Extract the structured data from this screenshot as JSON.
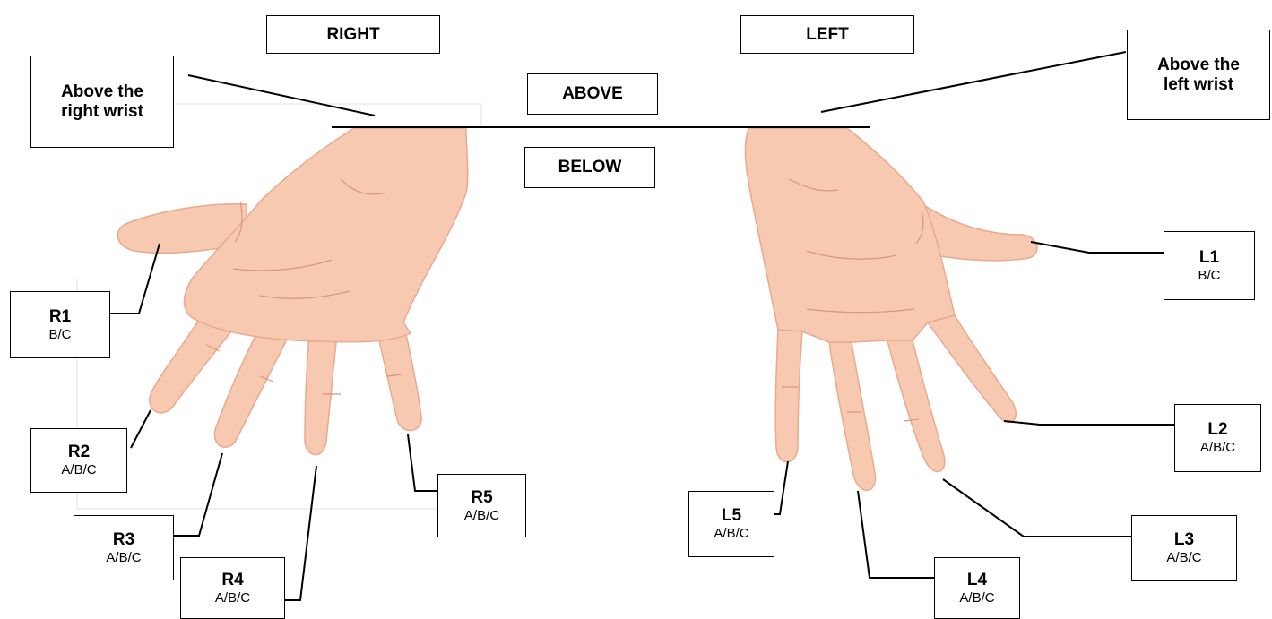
{
  "colors": {
    "skin": "#f8c9b1",
    "skin_edge": "#e8a98e",
    "crease": "#d8967c",
    "line": "#000000"
  },
  "labels": {
    "right": "RIGHT",
    "left": "LEFT",
    "above": "ABOVE",
    "below": "BELOW",
    "above_right_wrist": [
      "Above the",
      "right wrist"
    ],
    "above_left_wrist": [
      "Above the",
      "left wrist"
    ]
  },
  "fingers": {
    "R1": {
      "name": "R1",
      "code": "B/C"
    },
    "R2": {
      "name": "R2",
      "code": "A/B/C"
    },
    "R3": {
      "name": "R3",
      "code": "A/B/C"
    },
    "R4": {
      "name": "R4",
      "code": "A/B/C"
    },
    "R5": {
      "name": "R5",
      "code": "A/B/C"
    },
    "L1": {
      "name": "L1",
      "code": "B/C"
    },
    "L2": {
      "name": "L2",
      "code": "A/B/C"
    },
    "L3": {
      "name": "L3",
      "code": "A/B/C"
    },
    "L4": {
      "name": "L4",
      "code": "A/B/C"
    },
    "L5": {
      "name": "L5",
      "code": "A/B/C"
    }
  }
}
